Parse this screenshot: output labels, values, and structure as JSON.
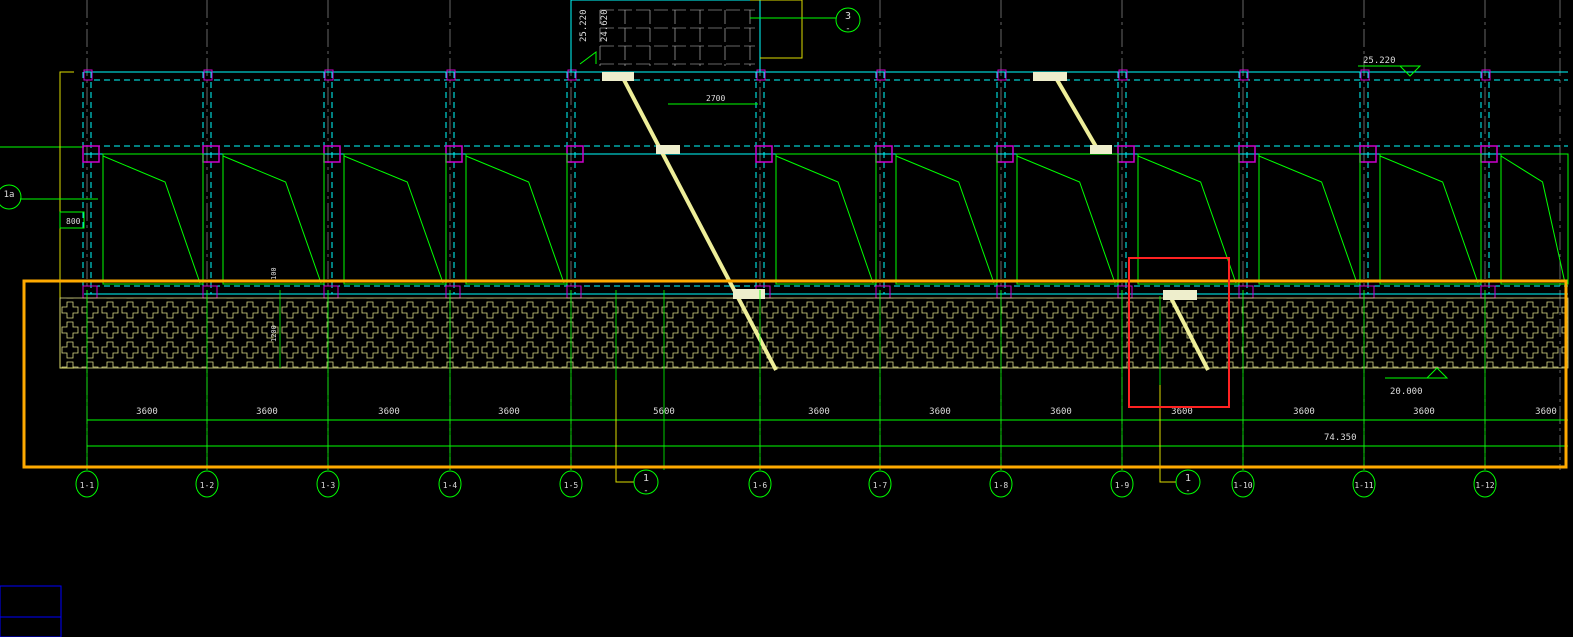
{
  "colors": {
    "background": "#000000",
    "grid_line": "#aaaaaa",
    "structure": "#00ffff",
    "green": "#00ff00",
    "column": "#cc00cc",
    "slab_strip": "#eeee99",
    "hatch": "#dddd88",
    "selection_box": "#ffaa00",
    "highlight_box": "#ff2222",
    "small_box": "#0000ff",
    "section_callout": "#dddd00"
  },
  "drawing": {
    "axis_labels": [
      "1-1",
      "1-2",
      "1-3",
      "1-4",
      "1-5",
      "1-6",
      "1-7",
      "1-8",
      "1-9",
      "1-10",
      "1-11",
      "1-12"
    ],
    "bay_dims": [
      "3600",
      "3600",
      "3600",
      "3600",
      "5600",
      "3600",
      "3600",
      "3600",
      "3600",
      "3600",
      "3600",
      "3600"
    ],
    "total_dim": "74.350",
    "elevation_right": "25.220",
    "elevation_bottom": "20.000",
    "elevation_top_a": "25.220",
    "elevation_top_b": "24.620",
    "dim_2700": "2700",
    "dim_800": "800",
    "dim_100": "100",
    "dim_1200": "1200",
    "left_bubble": "1a",
    "section_top": "3",
    "section_bottom_a": "1",
    "section_bottom_b": "1",
    "detail_mark": "-"
  }
}
